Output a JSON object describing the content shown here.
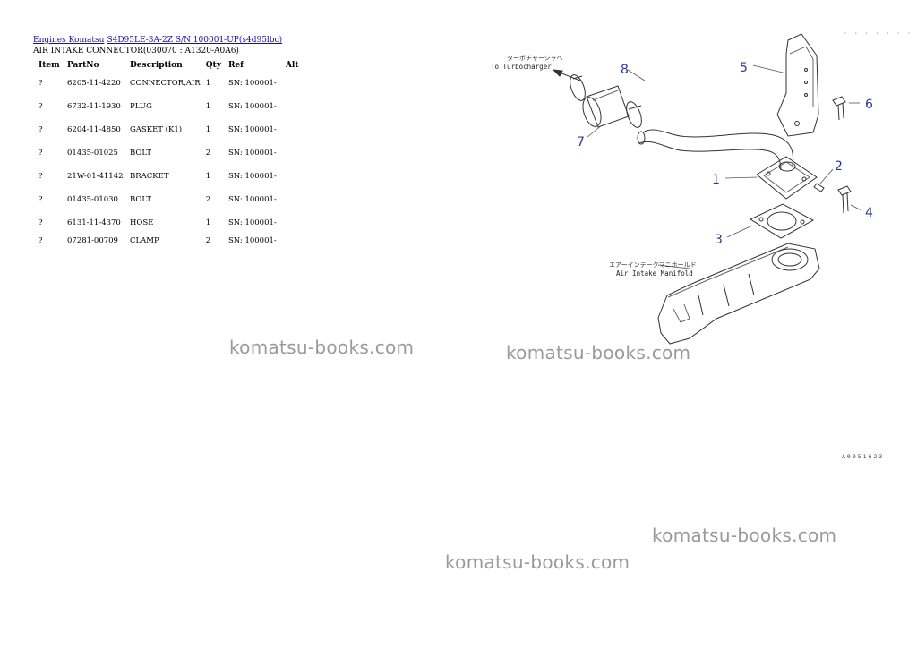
{
  "breadcrumb": {
    "link1": "Engines Komatsu",
    "link2": "S4D95LE-3A-2Z S/N 100001-UP(s4d95lbc)"
  },
  "section_title": "AIR INTAKE CONNECTOR(030070 : A1320-A0A6)",
  "table": {
    "headers": [
      "Item",
      "PartNo",
      "Description",
      "Qty",
      "Ref",
      "Alt"
    ],
    "rows": [
      {
        "item": "?",
        "partno": "6205-11-4220",
        "description": "CONNECTOR,AIR",
        "qty": "1",
        "ref": "SN: 100001-",
        "alt": ""
      },
      {
        "item": "?",
        "partno": "6732-11-1930",
        "description": "PLUG",
        "qty": "1",
        "ref": "SN: 100001-",
        "alt": ""
      },
      {
        "item": "?",
        "partno": "6204-11-4850",
        "description": "GASKET (K1)",
        "qty": "1",
        "ref": "SN: 100001-",
        "alt": ""
      },
      {
        "item": "?",
        "partno": "01435-01025",
        "description": "BOLT",
        "qty": "2",
        "ref": "SN: 100001-",
        "alt": ""
      },
      {
        "item": "?",
        "partno": "21W-01-41142",
        "description": "BRACKET",
        "qty": "1",
        "ref": "SN: 100001-",
        "alt": ""
      },
      {
        "item": "?",
        "partno": "01435-01030",
        "description": "BOLT",
        "qty": "2",
        "ref": "SN: 100001-",
        "alt": ""
      },
      {
        "item": "?",
        "partno": "6131-11-4370",
        "description": "HOSE",
        "qty": "1",
        "ref": "SN: 100001-",
        "alt": ""
      },
      {
        "item": "?",
        "partno": "07281-00709",
        "description": "CLAMP",
        "qty": "2",
        "ref": "SN: 100001-",
        "alt": ""
      }
    ]
  },
  "diagram": {
    "label_turbo_jp": "ターボチャージャへ",
    "label_turbo_en": "To Turbocharger",
    "label_manifold_jp": "エアーインテークマニホールド",
    "label_manifold_en": "Air Intake Manifold",
    "callouts": [
      "1",
      "2",
      "3",
      "4",
      "5",
      "6",
      "7",
      "8"
    ],
    "drawing_code": "A0051623",
    "corner_marks": "· · · · · · ·"
  },
  "watermark": "komatsu-books.com"
}
